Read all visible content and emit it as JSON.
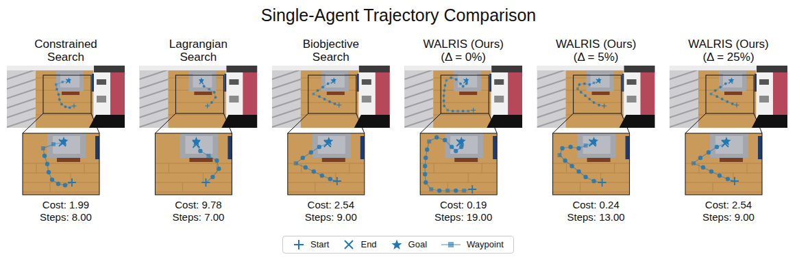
{
  "diagram": {
    "title": "Single-Agent Trajectory Comparison",
    "labels": [
      "Constrained Search",
      "Cost: 1.99",
      "Steps: 8.00",
      "Lagrangian Search",
      "Cost: 9.78",
      "Steps: 7.00",
      "Biobjective Search",
      "Cost: 2.54",
      "Steps: 9.00",
      "WALRIS (Ours) (Δ = 0%)",
      "Cost: 0.19",
      "Steps: 19.00",
      "WALRIS (Ours) (Δ = 5%)",
      "Cost: 0.24",
      "Steps: 13.00",
      "WALRIS (Ours) (Δ = 25%)",
      "Cost: 2.54",
      "Steps: 9.00"
    ],
    "legend": [
      {
        "text": "Start"
      },
      {
        "text": "End"
      },
      {
        "text": "Goal"
      },
      {
        "text": "Waypoint"
      }
    ]
  }
}
